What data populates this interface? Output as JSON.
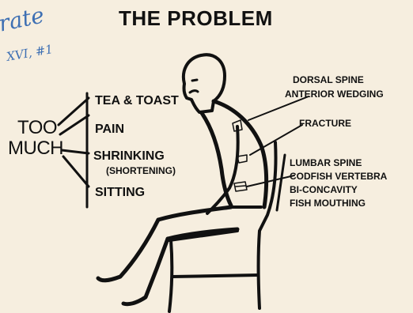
{
  "title": "THE PROBLEM",
  "handwritten_note": {
    "line1": "rate",
    "line2": "XVI, #1"
  },
  "too_much": {
    "line1": "TOO",
    "line2": "MUCH",
    "causes": [
      "TEA & TOAST",
      "PAIN",
      "SHRINKING",
      "(SHORTENING)",
      "SITTING"
    ]
  },
  "spine_labels": {
    "dorsal_1": "DORSAL SPINE",
    "dorsal_2": "ANTERIOR WEDGING",
    "fracture": "FRACTURE",
    "lumbar_1": "LUMBAR SPINE",
    "lumbar_2": "CODFISH VERTEBRA",
    "lumbar_3": "BI-CONCAVITY",
    "lumbar_4": "FISH MOUTHING"
  },
  "colors": {
    "ink": "#111111",
    "paper": "#f6eedf",
    "note_ink": "#3d6fb3"
  }
}
